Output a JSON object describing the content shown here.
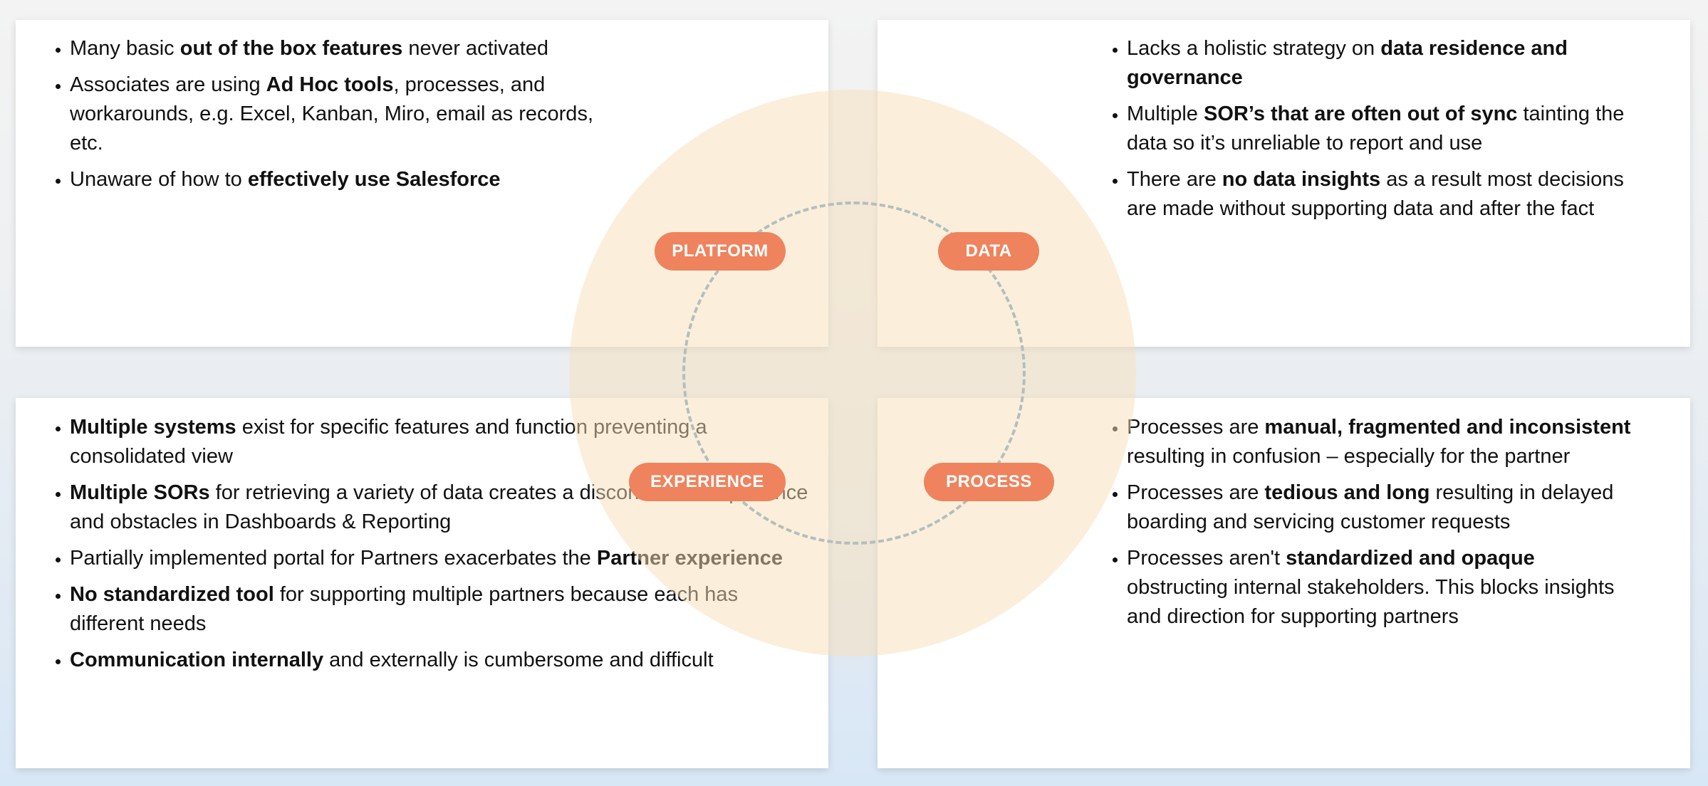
{
  "labels": {
    "platform": "PLATFORM",
    "data": "DATA",
    "experience": "EXPERIENCE",
    "process": "PROCESS"
  },
  "colors": {
    "pill": "#ef835d",
    "circle": "#f7dfb9",
    "dashed_ring": "#6f9fc0"
  },
  "platform": {
    "items": [
      {
        "a": "Many basic ",
        "b": "out of the box features",
        "c": " never activated"
      },
      {
        "a": "Associates are using ",
        "b": "Ad Hoc tools",
        "c": ", processes, and workarounds, e.g. Excel, Kanban, Miro, email as records, etc."
      },
      {
        "a": "Unaware of how to ",
        "b": "effectively use Salesforce",
        "c": ""
      }
    ]
  },
  "data": {
    "items": [
      {
        "a": "Lacks a holistic strategy on ",
        "b": "data residence and governance",
        "c": ""
      },
      {
        "a": "Multiple ",
        "b": "SOR’s that are often out of sync",
        "c": " tainting the data so it’s unreliable to report and use"
      },
      {
        "a": "There are ",
        "b": "no data insights",
        "c": " as a result most decisions are made without supporting data and after the fact"
      }
    ]
  },
  "experience": {
    "items": [
      {
        "a": "",
        "b": "Multiple systems",
        "c": " exist for specific features and function preventing a consolidated view"
      },
      {
        "a": "",
        "b": "Multiple SORs",
        "c": " for retrieving a variety of data creates a disconnected experience and obstacles in Dashboards & Reporting"
      },
      {
        "a": "Partially implemented portal for Partners  exacerbates the ",
        "b": "Partner experience",
        "c": ""
      },
      {
        "a": "",
        "b": "No standardized tool",
        "c": " for supporting multiple partners because each has different needs"
      },
      {
        "a": "",
        "b": "Communication internally",
        "c": " and externally is cumbersome and difficult"
      }
    ]
  },
  "process": {
    "items": [
      {
        "a": "Processes are ",
        "b": "manual, fragmented and inconsistent",
        "c": " resulting in confusion – especially for the partner"
      },
      {
        "a": "Processes are ",
        "b": "tedious and long",
        "c": " resulting in delayed boarding and servicing customer requests"
      },
      {
        "a": "Processes aren't ",
        "b": "standardized and opaque",
        "c": " obstructing internal stakeholders. This blocks insights and direction for supporting partners"
      }
    ]
  }
}
